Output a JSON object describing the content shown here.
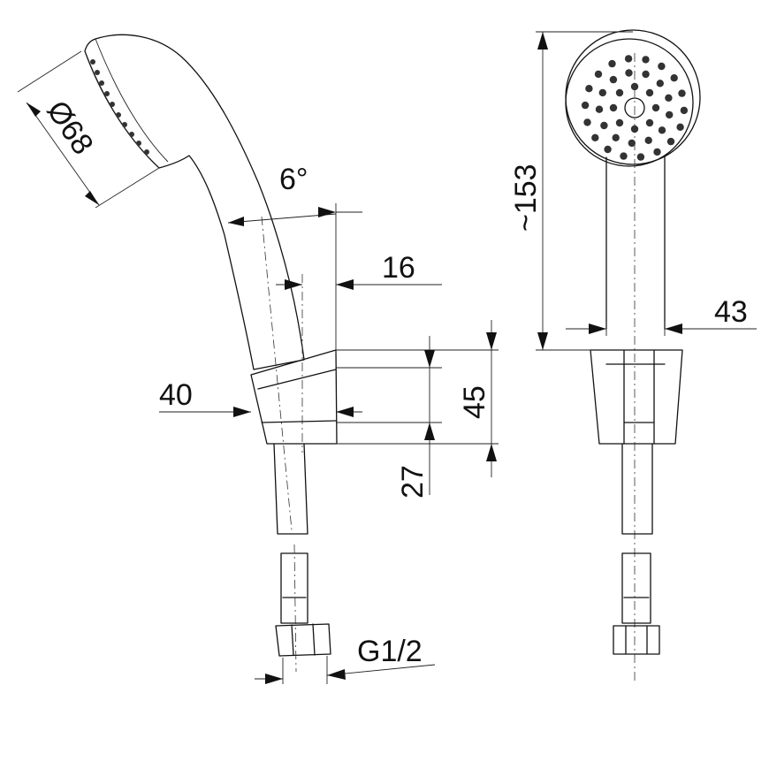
{
  "dimensions": {
    "face_diameter": "Ø68",
    "tilt_angle": "6°",
    "holder_offset": "16",
    "wall_offset": "40",
    "holder_height": "45",
    "holder_lower": "27",
    "length": "~153",
    "handle_width": "43",
    "thread": "G1/2"
  },
  "icons": {
    "front_nozzles": "shower-nozzle-icon"
  }
}
